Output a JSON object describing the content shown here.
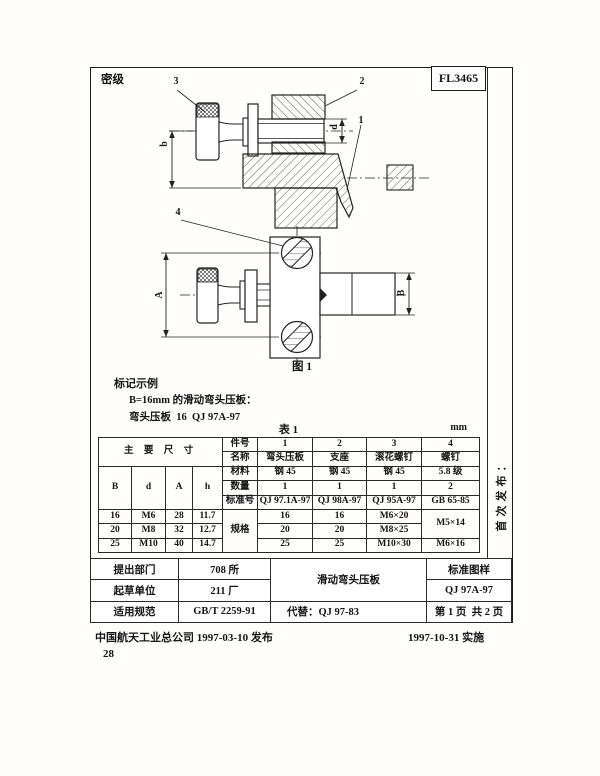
{
  "page": {
    "security_label": "密级",
    "fl_code": "FL3465",
    "side_note": "首次发布：",
    "footer_left": "中国航天工业总公司 1997-03-10 发布",
    "footer_right": "1997-10-31 实施",
    "page_number": "28"
  },
  "figure": {
    "caption": "图 1",
    "callouts": {
      "c1": "1",
      "c2": "2",
      "c3": "3",
      "c4": "4"
    },
    "dims": {
      "b": "b",
      "d": "d",
      "A": "A",
      "B": "B"
    }
  },
  "marking": {
    "title": "标记示例",
    "line1": "B=16mm 的滑动弯头压板：",
    "line2": "弯头压板  16  QJ 97A-97"
  },
  "table1": {
    "caption": "表 1",
    "unit": "mm",
    "main_dims_header": "主 要 尺 寸",
    "dim_cols": {
      "c0": "B",
      "c1": "d",
      "c2": "A",
      "c3": "h"
    },
    "row_labels": {
      "item_no": "件号",
      "name": "名称",
      "material": "材料",
      "qty": "数量",
      "std_no": "标准号",
      "spec": "规格"
    },
    "item_nos": [
      "1",
      "2",
      "3",
      "4"
    ],
    "names": [
      "弯头压板",
      "支座",
      "滚花螺钉",
      "螺钉"
    ],
    "materials": [
      "钢 45",
      "钢 45",
      "钢 45",
      "5.8 级"
    ],
    "quantities": [
      "1",
      "1",
      "1",
      "2"
    ],
    "standards": [
      "QJ 97.1A-97",
      "QJ 98A-97",
      "QJ 95A-97",
      "GB 65-85"
    ],
    "dim_rows": [
      [
        "16",
        "M6",
        "28",
        "11.7"
      ],
      [
        "20",
        "M8",
        "32",
        "12.7"
      ],
      [
        "25",
        "M10",
        "40",
        "14.7"
      ]
    ],
    "spec_rows": [
      [
        "16",
        "16",
        "M6×20"
      ],
      [
        "20",
        "20",
        "M8×25"
      ],
      [
        "25",
        "25",
        "M10×30"
      ]
    ],
    "spec_c4_top": "M5×14",
    "spec_c4_bottom": "M6×16"
  },
  "info": {
    "rows": [
      {
        "label": "提出部门",
        "value": "708 所"
      },
      {
        "label": "起草单位",
        "value": "211 厂"
      },
      {
        "label": "适用规范",
        "value": "GB/T 2259-91"
      }
    ],
    "product": "滑动弯头压板",
    "replaces": "代替：QJ 97-83",
    "title_right": "标准图样",
    "std_no": "QJ 97A-97",
    "page_left": "第 1 页",
    "page_right": "共 2 页"
  }
}
